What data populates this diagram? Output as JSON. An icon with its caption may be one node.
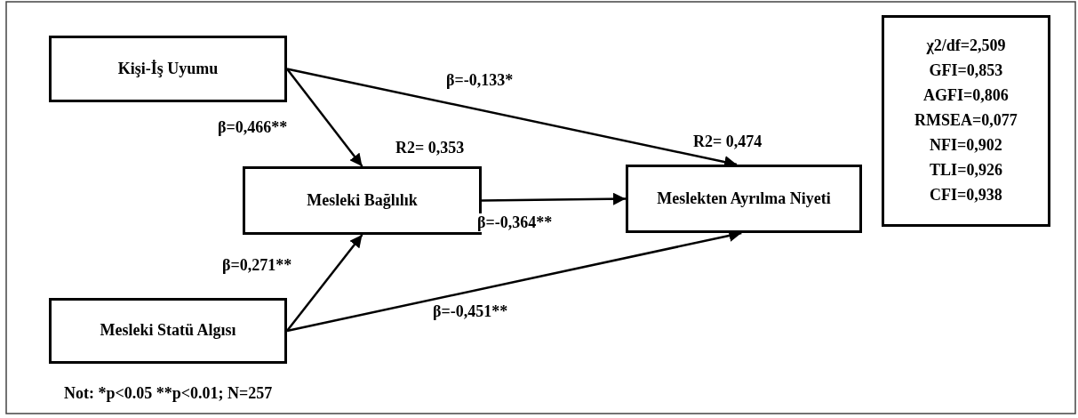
{
  "diagram": {
    "nodes": [
      {
        "text": [
          "Kişi-İş Uyumu"
        ]
      },
      {
        "text": [
          "Mesleki Bağlılık"
        ],
        "beside": [
          "R2= 0,353"
        ]
      },
      {
        "text": [
          "Meslekten Ayrılma Niyeti"
        ],
        "beside": [
          "R2= 0,474"
        ]
      },
      {
        "text": [
          "Mesleki Statü Algısı"
        ]
      },
      {
        "text": [
          "χ2/df=2,509",
          "GFI=0,853",
          "AGFI=0,806",
          "RMSEA=0,077",
          "NFI=0,902",
          "TLI=0,926",
          "CFI=0,938"
        ]
      }
    ],
    "edges": [
      {
        "from": 0,
        "to": 1,
        "arrow": "to",
        "label": "β=0,466**"
      },
      {
        "from": 0,
        "to": 2,
        "arrow": "to",
        "label": "β=-0,133*"
      },
      {
        "from": 1,
        "to": 2,
        "arrow": "to",
        "label": "β=-0,364**"
      },
      {
        "from": 3,
        "to": 1,
        "arrow": "to",
        "label": "β=0,271**"
      },
      {
        "from": 3,
        "to": 2,
        "arrow": "to",
        "label": "β=-0,451**"
      }
    ],
    "labels": [
      "Not: *p<0.05 **p<0.01; N=257"
    ]
  }
}
